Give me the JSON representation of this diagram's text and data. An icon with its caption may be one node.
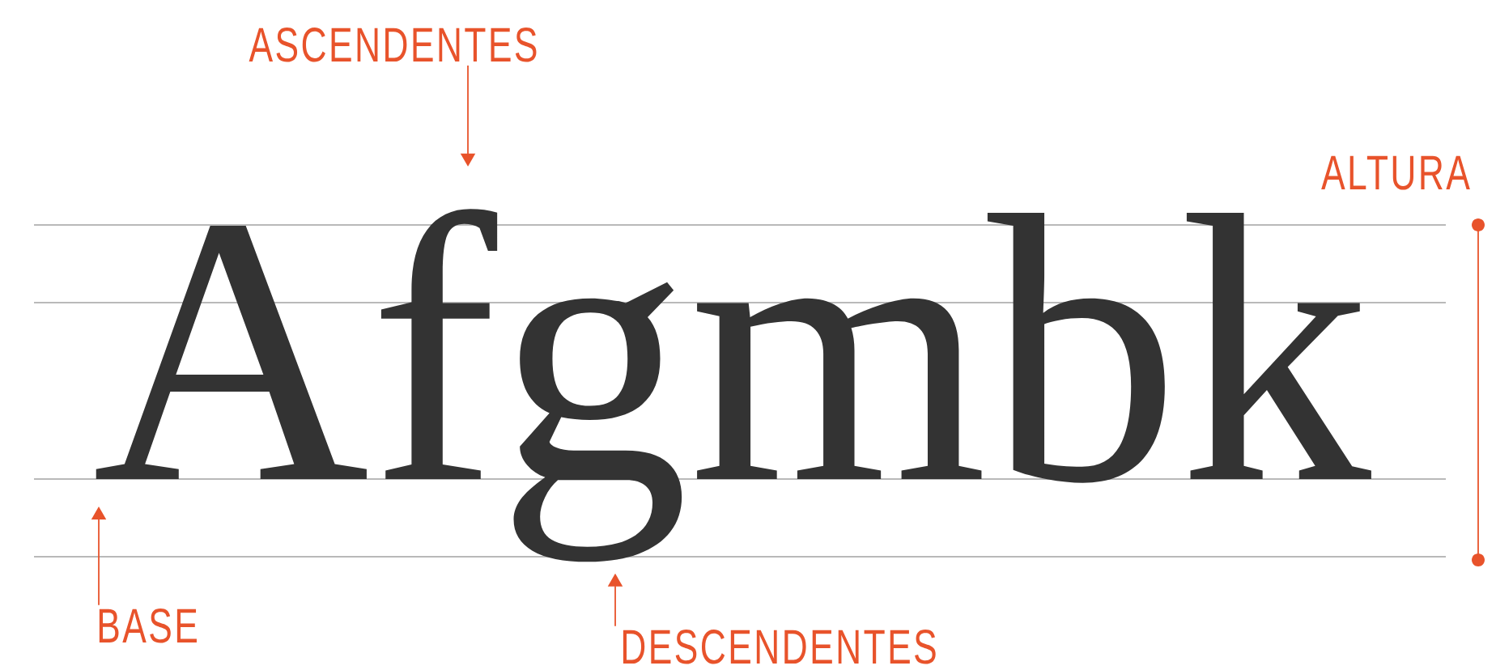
{
  "diagram": {
    "nodes": [
      {
        "text": [
          "ASCENDENTES"
        ]
      },
      {
        "text": [
          "BASE"
        ]
      },
      {
        "text": [
          "DESCENDENTES"
        ]
      },
      {
        "text": [
          "Afgmbk"
        ]
      }
    ],
    "edges": [
      {
        "from": 0,
        "to": 3,
        "arrow": "to"
      },
      {
        "from": 1,
        "to": 3,
        "arrow": "to"
      },
      {
        "from": 2,
        "to": 3,
        "arrow": "to"
      }
    ],
    "labels": [
      "ALTURA"
    ]
  }
}
